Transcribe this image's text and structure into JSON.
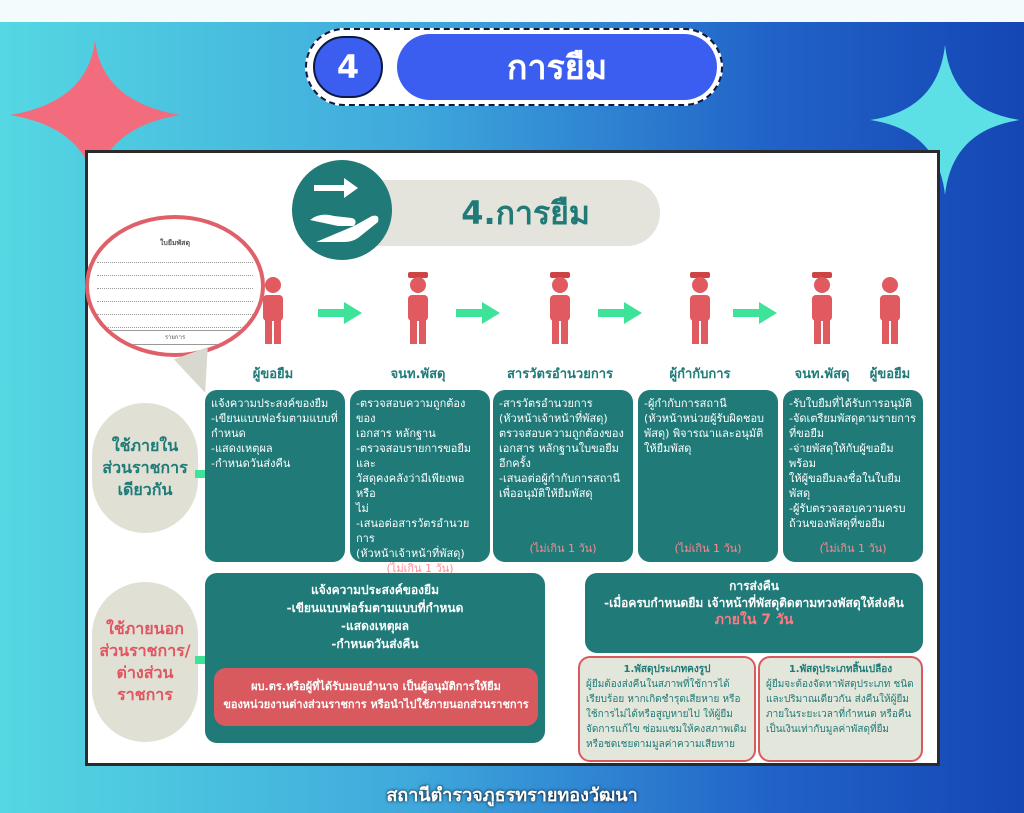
{
  "title": {
    "number": "4",
    "label": "การยืม"
  },
  "header": {
    "label": "4.การยืม"
  },
  "form": {
    "title": "ใบยืมพัสดุ",
    "column": "รายการ"
  },
  "people": [
    "ผู้ขอยืม",
    "จนท.พัสดุ",
    "สารวัตรอำนวยการ",
    "ผู้กำกับการ",
    "จนท.พัสดุ",
    "ผู้ขอยืม"
  ],
  "internal": {
    "label": "ใช้ภายใน\nส่วนราชการ\nเดียวกัน",
    "steps": [
      {
        "text": "แจ้งความประสงค์ของยืม\n-เขียนแบบฟอร์มตามแบบที่\n กำหนด\n-แสดงเหตุผล\n-กำหนดวันส่งคืน",
        "days": ""
      },
      {
        "text": "-ตรวจสอบความถูกต้องของ\n เอกสาร หลักฐาน\n-ตรวจสอบรายการขอยืมและ\nวัสดุคงคลังว่ามีเพียงพอหรือ\nไม่\n-เสนอต่อสารวัตรอำนวยการ\n(หัวหน้าเจ้าหน้าที่พัสดุ)",
        "days": "(ไม่เกิน 1 วัน)"
      },
      {
        "text": "-สารวัตรอำนวยการ\n(หัวหน้าเจ้าหน้าที่พัสดุ)\n ตรวจสอบความถูกต้องของ\n เอกสาร หลักฐานใบขอยืม\n อีกครั้ง\n-เสนอต่อผู้กำกับการสถานี\nเพื่ออนุมัติให้ยืมพัสดุ",
        "days": "(ไม่เกิน 1 วัน)"
      },
      {
        "text": "-ผู้กำกับการสถานี\n(หัวหน้าหน่วยผู้รับผิดชอบ\nพัสดุ) พิจารณาและอนุมัติ\nให้ยืมพัสดุ",
        "days": "(ไม่เกิน 1 วัน)"
      },
      {
        "text": "-รับใบยืมที่ได้รับการอนุมัติ\n-จัดเตรียมพัสดุตามรายการ\nที่ขอยืม\n-จ่ายพัสดุให้กับผู้ขอยืมพร้อม\nให้ผู้ขอยืมลงชื่อในใบยืมพัสดุ\n-ผู้รับตรวจสอบความครบ\nถ้วนของพัสดุที่ขอยืม",
        "days": "(ไม่เกิน 1 วัน)"
      }
    ]
  },
  "external": {
    "label": "ใช้ภายนอก\nส่วนราชการ/\nต่างส่วน\nราชการ",
    "text": "แจ้งความประสงค์ของยืม\n-เขียนแบบฟอร์มตามแบบที่กำหนด\n-แสดงเหตุผล\n-กำหนดวันส่งคืน",
    "approval": "ผบ.ตร.หรือผู้ที่ได้รับมอบอำนาจ  เป็นผู้อนุมัติการให้ยืม\nของหน่วยงานต่างส่วนราชการ หรือนำไปใช้ภายนอกส่วนราชการ"
  },
  "return": {
    "title": "การส่งคืน",
    "text": "-เมื่อครบกำหนดยืม  เจ้าหน้าที่พัสดุติดตามทวงพัสดุให้ส่งคืน",
    "deadline": "ภายใน 7 วัน",
    "types": [
      {
        "title": "1.พัสดุประเภทคงรูป",
        "text": "ผู้ยืมต้องส่งคืนในสภาพที่ใช้การได้ เรียบร้อย หากเกิดชำรุดเสียหาย หรือใช้การไม่ได้หรือสูญหายไป ให้ผู้ยืมจัดการแก้ไข ซ่อมแซมให้คงสภาพเดิม  หรือชดเชยตามมูลค่าความเสียหาย"
      },
      {
        "title": "1.พัสดุประเภทสิ้นเปลือง",
        "text": "ผู้ยืมจะต้องจัดหาพัสดุประเภท ชนิด และปริมาณเดียวกัน ส่งคืนให้ผู้ยืมภายในระยะเวลาที่กำหนด หรือคืนเป็นเงินเท่ากับมูลค่าพัสดุที่ยืม"
      }
    ]
  },
  "footer": "สถานีตำรวจภูธรทรายทองวัฒนา",
  "colors": {
    "teal": "#1f7a78",
    "red": "#d95a5e",
    "blue": "#3b5df0",
    "arrow": "#3ee39a"
  }
}
